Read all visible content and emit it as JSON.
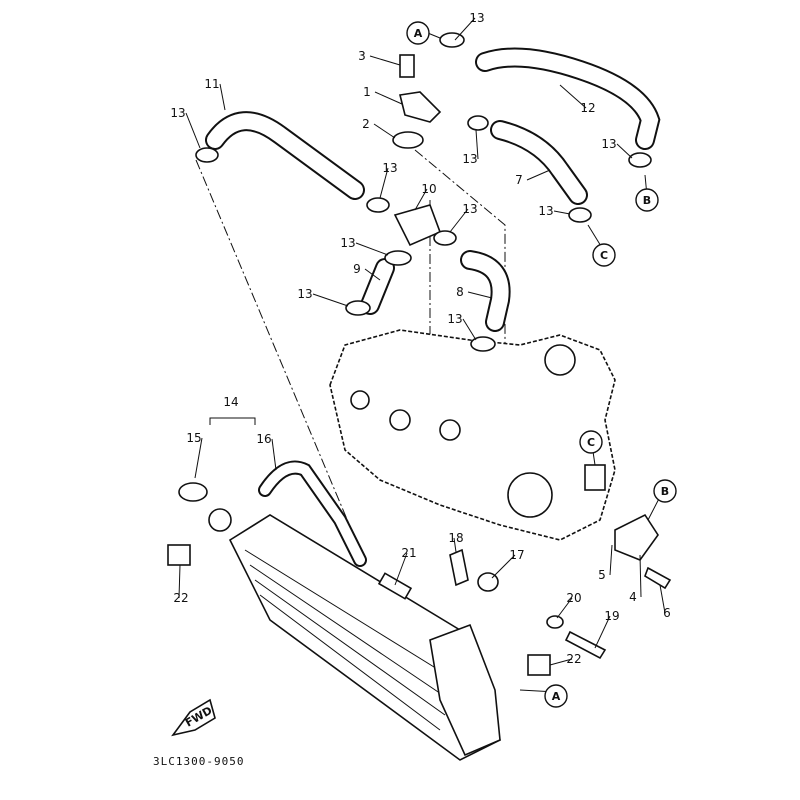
{
  "diagram": {
    "drawing_code": "3LC1300-9050",
    "forward_arrow_label": "FWD",
    "callouts": [
      "13",
      "A",
      "3",
      "1",
      "2",
      "11",
      "13",
      "12",
      "13",
      "B",
      "7",
      "13",
      "13",
      "10",
      "13",
      "13",
      "C",
      "13",
      "9",
      "8",
      "13",
      "13",
      "14",
      "15",
      "16",
      "C",
      "B",
      "21",
      "18",
      "17",
      "5",
      "4",
      "6",
      "20",
      "19",
      "22",
      "22",
      "A"
    ]
  }
}
